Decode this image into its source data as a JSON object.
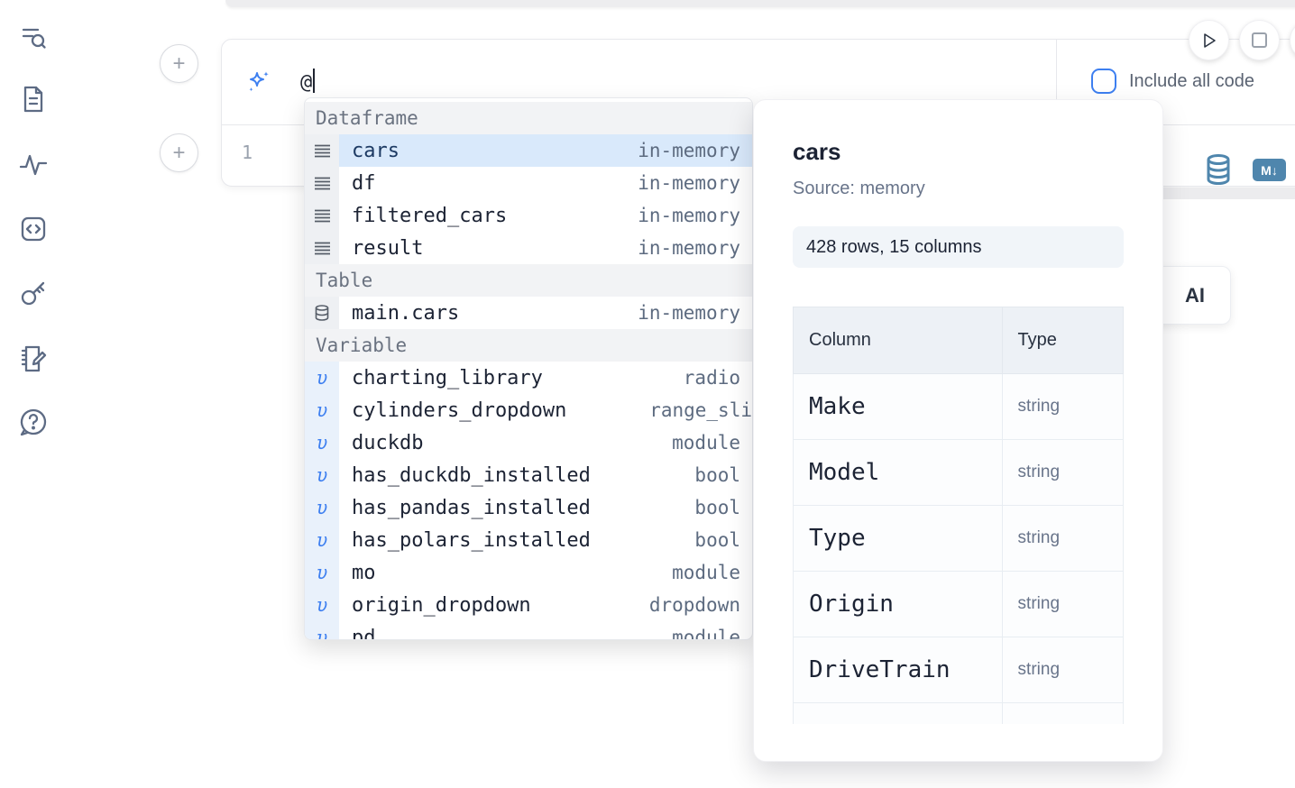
{
  "sidebar": {
    "icons": [
      "toc-search",
      "document",
      "activity",
      "code-snippets",
      "key",
      "scratchpad",
      "help"
    ]
  },
  "prev_cell": {},
  "cell": {
    "ai_prompt": {
      "value": "@"
    },
    "include_all_code": {
      "label": "Include all code",
      "checked": false
    },
    "line_number": "1",
    "convert_buttons": {
      "markdown_label": "M↓",
      "database_icon": "database-icon"
    }
  },
  "run_controls": {
    "buttons": [
      "run",
      "stop",
      "partial"
    ]
  },
  "autocomplete": {
    "sections": [
      {
        "label": "Dataframe",
        "items": [
          {
            "name": "cars",
            "hint": "in-memory",
            "icon": "dataframe-icon",
            "selected": true
          },
          {
            "name": "df",
            "hint": "in-memory",
            "icon": "dataframe-icon",
            "selected": false
          },
          {
            "name": "filtered_cars",
            "hint": "in-memory",
            "icon": "dataframe-icon",
            "selected": false
          },
          {
            "name": "result",
            "hint": "in-memory",
            "icon": "dataframe-icon",
            "selected": false
          }
        ]
      },
      {
        "label": "Table",
        "items": [
          {
            "name": "main.cars",
            "hint": "in-memory",
            "icon": "database-icon",
            "selected": false
          }
        ]
      },
      {
        "label": "Variable",
        "items": [
          {
            "name": "charting_library",
            "hint": "radio",
            "icon": "variable-icon",
            "selected": false
          },
          {
            "name": "cylinders_dropdown",
            "hint": "range_sli",
            "icon": "variable-icon",
            "selected": false
          },
          {
            "name": "duckdb",
            "hint": "module",
            "icon": "variable-icon",
            "selected": false
          },
          {
            "name": "has_duckdb_installed",
            "hint": "bool",
            "icon": "variable-icon",
            "selected": false
          },
          {
            "name": "has_pandas_installed",
            "hint": "bool",
            "icon": "variable-icon",
            "selected": false
          },
          {
            "name": "has_polars_installed",
            "hint": "bool",
            "icon": "variable-icon",
            "selected": false
          },
          {
            "name": "mo",
            "hint": "module",
            "icon": "variable-icon",
            "selected": false
          },
          {
            "name": "origin_dropdown",
            "hint": "dropdown",
            "icon": "variable-icon",
            "selected": false
          },
          {
            "name": "pd",
            "hint": "module",
            "icon": "variable-icon",
            "selected": false,
            "partial": true
          }
        ]
      }
    ],
    "variable_glyph": "υ"
  },
  "preview_panel": {
    "title": "cars",
    "source": "Source: memory",
    "shape": "428 rows, 15 columns",
    "table": {
      "headers": [
        "Column",
        "Type"
      ],
      "rows": [
        {
          "column": "Make",
          "type": "string"
        },
        {
          "column": "Model",
          "type": "string"
        },
        {
          "column": "Type",
          "type": "string"
        },
        {
          "column": "Origin",
          "type": "string"
        },
        {
          "column": "DriveTrain",
          "type": "string"
        },
        {
          "column": "",
          "type": ""
        }
      ]
    }
  },
  "ai_button": {
    "visible_label": "AI"
  },
  "colors": {
    "accent_blue": "#3d7ff0",
    "selected_row": "#d9e9fb",
    "steel_blue_action": "#4f86ad",
    "sidebar_icon": "#5d6b84",
    "hint_text": "#5d6b80",
    "badge_bg": "#f1f5f9",
    "table_header_bg": "#edf1f6"
  }
}
